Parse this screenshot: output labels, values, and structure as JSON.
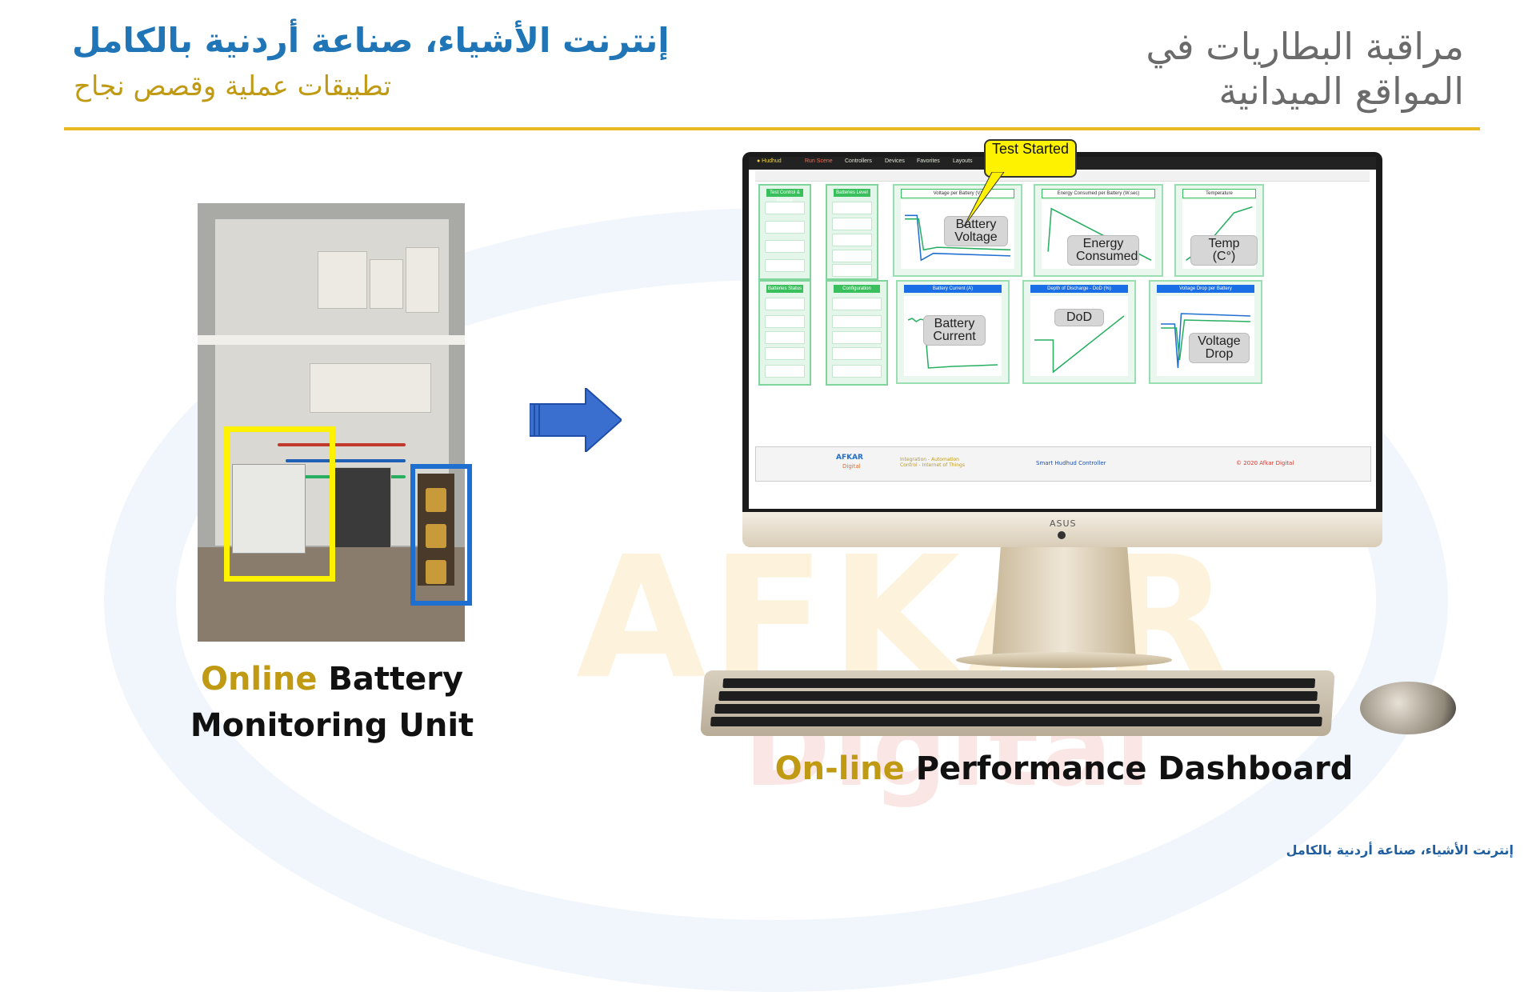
{
  "header": {
    "left_title": "إنترنت الأشياء، صناعة أردنية بالكامل",
    "left_subtitle": "تطبيقات عملية وقصص نجاح",
    "right_title_line1": "مراقبة البطاريات في",
    "right_title_line2": "المواقع الميدانية"
  },
  "left_caption": {
    "line1_highlight": "Online",
    "line1_rest": " Battery",
    "line2": "Monitoring Unit"
  },
  "dashboard": {
    "callout": "Test Started",
    "panels": [
      {
        "title": "Test Control & Monitor"
      },
      {
        "title": "Batteries Level"
      },
      {
        "title": "Voltage per Battery (V)",
        "label": "Battery Voltage"
      },
      {
        "title": "Energy Consumed per Battery (W.sec)",
        "label": "Energy Consumed"
      },
      {
        "title": "Temperature",
        "label": "Temp (C°)"
      },
      {
        "title": "Batteries Status"
      },
      {
        "title": "Configuration"
      },
      {
        "title": "Battery Current (A)",
        "label": "Battery Current"
      },
      {
        "title": "Depth of Discharge - DoD (%)",
        "label": "DoD"
      },
      {
        "title": "Voltage Drop per Battery",
        "label": "Voltage Drop"
      }
    ],
    "footer_center": "Smart Hudhud Controller",
    "footer_right": "© 2020 Afkar Digital",
    "brand_name": "AFKAR",
    "brand_sub": "Digital",
    "tagline": "Integration - Automation Control - Internet of Things"
  },
  "monitor_brand": "ASUS",
  "right_caption": {
    "highlight": "On-line",
    "rest": " Performance Dashboard"
  },
  "footer_tag": "إنترنت الأشياء، صناعة أردنية بالكامل",
  "colors": {
    "brand_blue": "#1f75b6",
    "brand_gold": "#c19a14",
    "divider": "#e8b923",
    "highlight_box": "#fff200",
    "panel_green": "#39c05c"
  }
}
